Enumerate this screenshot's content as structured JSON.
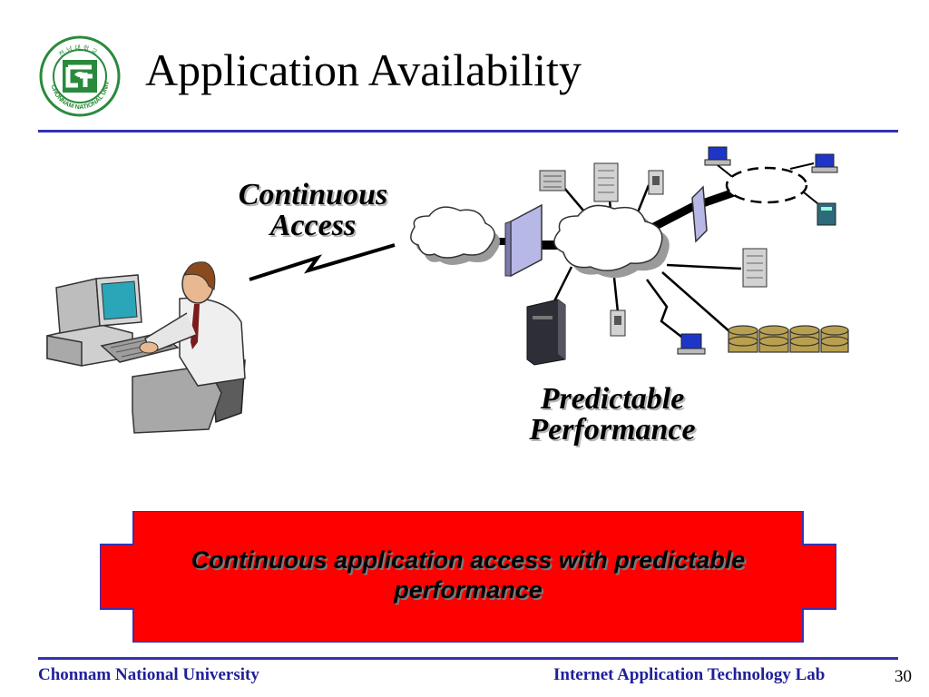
{
  "slide": {
    "title": "Application Availability",
    "logo_text": "CHONNAM NATIONAL UNIVERSITY",
    "logo_glyph": "전 남 대 학 교",
    "label_access_line1": "Continuous",
    "label_access_line2": "Access",
    "label_perf_line1": "Predictable",
    "label_perf_line2": "Performance",
    "banner_line1": "Continuous application access with predictable",
    "banner_line2": "performance",
    "footer_left": "Chonnam National University",
    "footer_right": "Internet Application Technology Lab",
    "page_number": "30"
  },
  "colors": {
    "rule": "#3333b3",
    "banner_fill": "#ff0000",
    "banner_border": "#3333b3",
    "footer_text": "#1f1f99",
    "logo_green": "#2a8a3c"
  },
  "icons": [
    "university-logo",
    "person-at-computer",
    "lightning-link-icon",
    "cloud-icon",
    "firewall-icon",
    "server-icon",
    "workstation-icon",
    "mainframe-icon",
    "disk-array-icon",
    "ring-network-icon"
  ]
}
